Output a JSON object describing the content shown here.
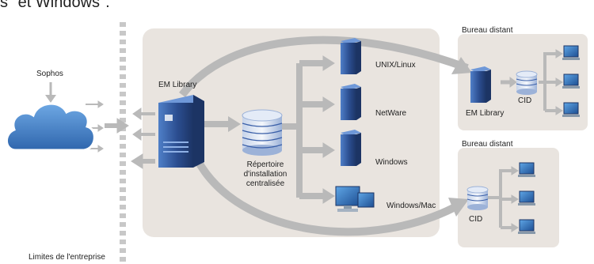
{
  "heading": "s \"et Windows\".",
  "labels": {
    "sophos": "Sophos",
    "em_library_main": "EM Library",
    "repertoire": "Répertoire d'installation centralisée",
    "unix_linux": "UNIX/Linux",
    "netware": "NetWare",
    "windows": "Windows",
    "windows_mac": "Windows/Mac",
    "bureau_distant_1": "Bureau distant",
    "bureau_distant_2": "Bureau distant",
    "em_library_remote": "EM Library",
    "cid_1": "CID",
    "cid_2": "CID",
    "limites": "Limites de l'entreprise"
  },
  "colors": {
    "panel": "#e9e4df",
    "arrow": "#b9b9b9",
    "server_blue": "#2b4d8f",
    "cloud_blue": "#3a7bc4",
    "boundary": "#c8c8c8"
  },
  "icons": {
    "cloud": "cloud-icon",
    "server": "server-icon",
    "database": "database-icon",
    "computer": "computer-icon"
  }
}
